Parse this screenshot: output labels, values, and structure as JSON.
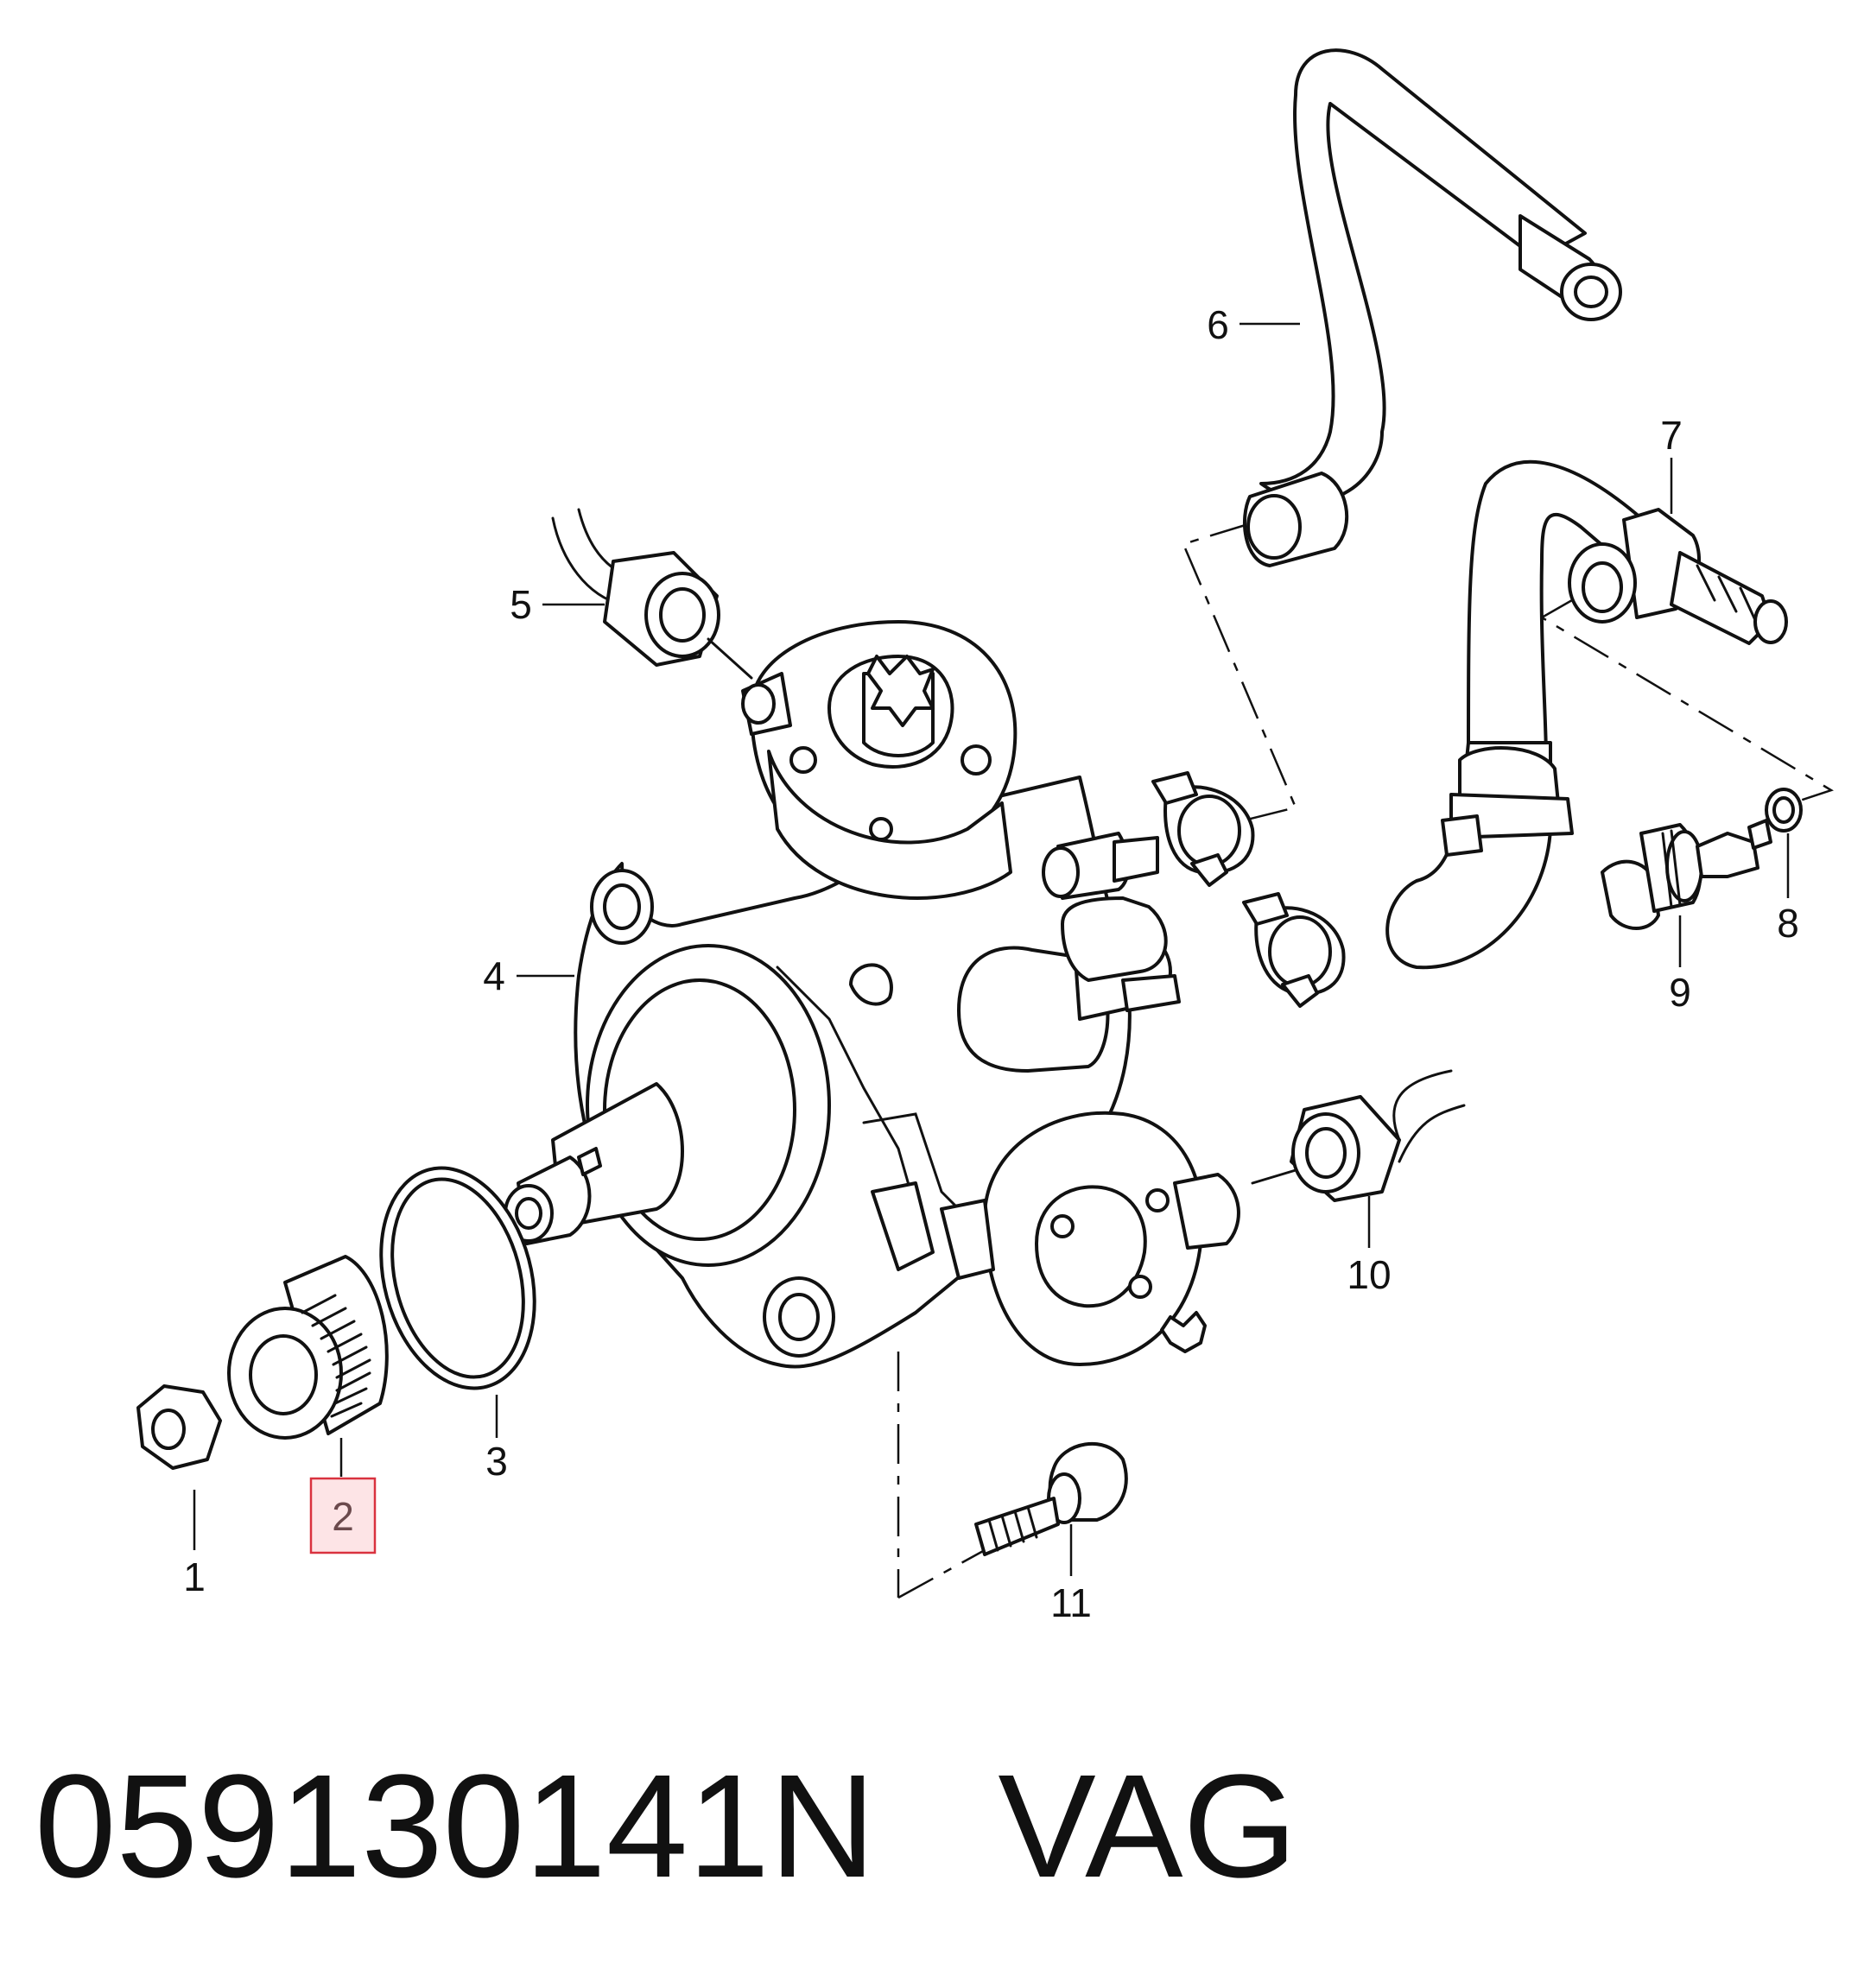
{
  "caption": {
    "part_number": "059130141N",
    "brand": "VAG"
  },
  "callouts": [
    {
      "id": "1",
      "label": "1",
      "highlighted": false
    },
    {
      "id": "2",
      "label": "2",
      "highlighted": true
    },
    {
      "id": "3",
      "label": "3",
      "highlighted": false
    },
    {
      "id": "4",
      "label": "4",
      "highlighted": false
    },
    {
      "id": "5",
      "label": "5",
      "highlighted": false
    },
    {
      "id": "6",
      "label": "6",
      "highlighted": false
    },
    {
      "id": "7",
      "label": "7",
      "highlighted": false
    },
    {
      "id": "8",
      "label": "8",
      "highlighted": false
    },
    {
      "id": "9",
      "label": "9",
      "highlighted": false
    },
    {
      "id": "10",
      "label": "10",
      "highlighted": false
    },
    {
      "id": "11",
      "label": "11",
      "highlighted": false
    }
  ],
  "colors": {
    "line": "#111111",
    "highlight_fill": "#fde4e6",
    "highlight_stroke": "#d9323f"
  }
}
